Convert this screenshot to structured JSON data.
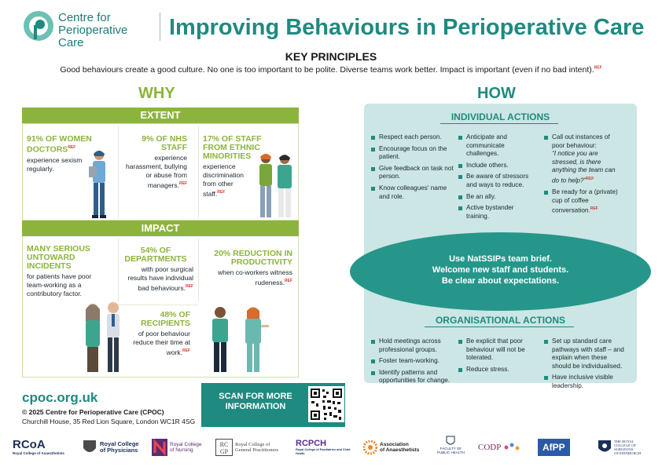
{
  "header": {
    "org_name_line1": "Centre for",
    "org_name_line2": "Perioperative Care",
    "title": "Improving Behaviours in Perioperative Care",
    "subtitle": "KEY PRINCIPLES",
    "intro": "Good behaviours create a good culture. No one is too important to be polite. Diverse teams work better. Impact is important (even if no bad intent).",
    "ref_marker": "REF"
  },
  "why": {
    "title": "WHY",
    "extent_label": "EXTENT",
    "impact_label": "IMPACT",
    "extent": [
      {
        "head": "91% OF WOMEN DOCTORS",
        "body": "experience sexism regularly."
      },
      {
        "head": "9% OF NHS STAFF",
        "body": "experience harassment, bullying or abuse from managers."
      },
      {
        "head": "17% OF STAFF FROM ETHNIC MINORITIES",
        "body": "experience discrimination from other staff."
      }
    ],
    "impact": [
      {
        "head": "MANY SERIOUS UNTOWARD INCIDENTS",
        "body": "for patients have poor team-working as a contributory factor."
      },
      {
        "head": "54% OF DEPARTMENTS",
        "body": "with poor surgical results have individual bad behaviours."
      },
      {
        "head": "20% REDUCTION IN PRODUCTIVITY",
        "body": "when co-workers witness rudeness."
      },
      {
        "head": "48% OF RECIPIENTS",
        "body": "of poor behaviour reduce their time at work."
      }
    ]
  },
  "how": {
    "title": "HOW",
    "individual_label": "INDIVIDUAL ACTIONS",
    "organisational_label": "ORGANISATIONAL ACTIONS",
    "individual_col1": [
      "Respect each person.",
      "Encourage focus on the patient.",
      "Give feedback on task not person.",
      "Know colleagues' name and role."
    ],
    "individual_col2": [
      "Anticipate and communicate challenges.",
      "Include others.",
      "Be aware of stressors and ways to reduce.",
      "Be an ally.",
      "Active bystander training."
    ],
    "individual_col3_a": "Call out instances of poor behaviour:",
    "individual_col3_quote": "“I notice you are stressed, is there anything the team can do to help?”",
    "individual_col3_b": "Be ready for a (private) cup of coffee conversation.",
    "centre_line1": "Use NatSSIPs team brief.",
    "centre_line2": "Welcome new staff and students.",
    "centre_line3": "Be clear about expectations.",
    "org_col1": [
      "Hold meetings across professional groups.",
      "Foster team-working.",
      "Identify patterns and opportunities for change."
    ],
    "org_col2": [
      "Be explicit that poor behaviour will not be tolerated.",
      "Reduce stress."
    ],
    "org_col3": [
      "Set up standard care pathways with staff – and explain when these should be individualised.",
      "Have inclusive visible leadership."
    ]
  },
  "footer": {
    "url": "cpoc.org.uk",
    "copyright": "© 2025 Centre for Perioperative Care (CPOC)",
    "address": "Churchill House, 35 Red Lion Square, London WC1R 4SG",
    "scan_line1": "SCAN FOR MORE",
    "scan_line2": "INFORMATION",
    "logos": {
      "rcoa": "RCoA",
      "rcoa_sub": "Royal College of Anaesthetists",
      "rcp_1": "Royal College",
      "rcp_2": "of Physicians",
      "rcn_1": "Royal College",
      "rcn_2": "of Nursing",
      "rcgp_1": "Royal College of",
      "rcgp_2": "General Practitioners",
      "rcpch": "RCPCH",
      "rcpch_sub": "Royal College of Paediatrics and Child Health",
      "aoa_1": "Association",
      "aoa_2": "of Anaesthetists",
      "fph_1": "FACULTY OF",
      "fph_2": "PUBLIC HEALTH",
      "codp": "CODP",
      "afpp": "AfPP",
      "rcse_1": "THE ROYAL",
      "rcse_2": "COLLEGE OF",
      "rcse_3": "SURGEONS",
      "rcse_4": "OF EDINBURGH"
    }
  },
  "colors": {
    "teal": "#1f8a80",
    "green": "#8cb43c",
    "light_teal": "#cbe6e4",
    "ref_red": "#d63a2f"
  }
}
